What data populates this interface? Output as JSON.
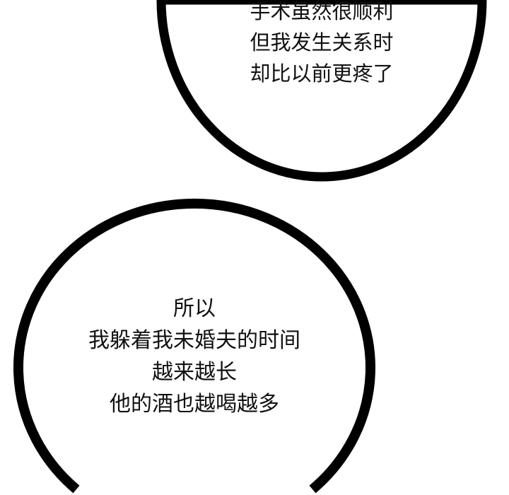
{
  "bubbles": [
    {
      "lines": [
        "手术虽然很顺利",
        "但我发生关系时",
        "却比以前更疼了"
      ]
    },
    {
      "lines": [
        "所以",
        "我躲着我未婚夫的时间",
        "越来越长",
        "他的酒也越喝越多"
      ]
    }
  ],
  "colors": {
    "background": "#ffffff",
    "outline": "#000000",
    "text": "#111111"
  }
}
